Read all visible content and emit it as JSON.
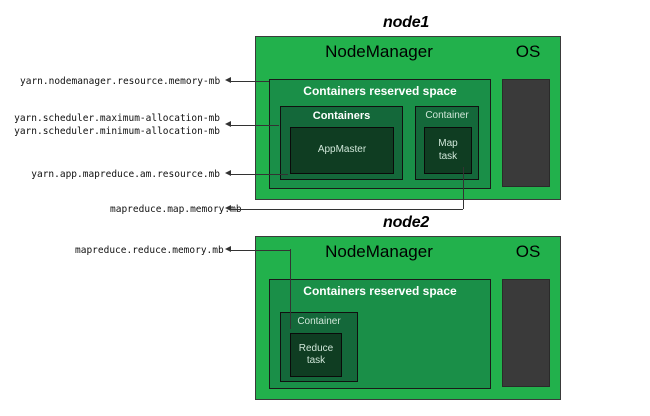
{
  "diagram": {
    "title_node1": "node1",
    "title_node2": "node2",
    "nodes": [
      {
        "id": "node1",
        "title": "node1",
        "nodemanager_label": "NodeManager",
        "os_label": "OS",
        "reserved_label": "Containers reserved space",
        "groups": [
          {
            "label": "Containers",
            "bold": true,
            "tasks": [
              "AppMaster"
            ]
          },
          {
            "label": "Container",
            "bold": false,
            "tasks": [
              "Map task"
            ]
          }
        ]
      },
      {
        "id": "node2",
        "title": "node2",
        "nodemanager_label": "NodeManager",
        "os_label": "OS",
        "reserved_label": "Containers reserved space",
        "groups": [
          {
            "label": "Container",
            "bold": false,
            "tasks": [
              "Reduce task"
            ]
          }
        ]
      }
    ],
    "task_labels": {
      "appmaster": "AppMaster",
      "map_line1": "Map",
      "map_line2": "task",
      "reduce_line1": "Reduce",
      "reduce_line2": "task"
    },
    "config_labels": [
      {
        "id": "nm-resource-memory",
        "text": "yarn.nodemanager.resource.memory-mb",
        "points_to": "containers-reserved-space-node1"
      },
      {
        "id": "sched-max-alloc",
        "text": "yarn.scheduler.maximum-allocation-mb",
        "points_to": "containers-group-node1"
      },
      {
        "id": "sched-min-alloc",
        "text": "yarn.scheduler.minimum-allocation-mb",
        "points_to": "containers-group-node1"
      },
      {
        "id": "am-resource",
        "text": "yarn.app.mapreduce.am.resource.mb",
        "points_to": "appmaster-task"
      },
      {
        "id": "map-memory",
        "text": "mapreduce.map.memory.mb",
        "points_to": "map-task"
      },
      {
        "id": "reduce-memory",
        "text": "mapreduce.reduce.memory.mb",
        "points_to": "reduce-task"
      }
    ],
    "colors": {
      "node_green": "#22b14c",
      "reserved_green": "#1a8f48",
      "container_green": "#14683a",
      "task_green": "#0f3d22",
      "os_dark": "#3a3a3a",
      "outline": "#3a3a3a",
      "text_white": "#ffffff",
      "text_black": "#000000",
      "line": "#333333"
    }
  }
}
